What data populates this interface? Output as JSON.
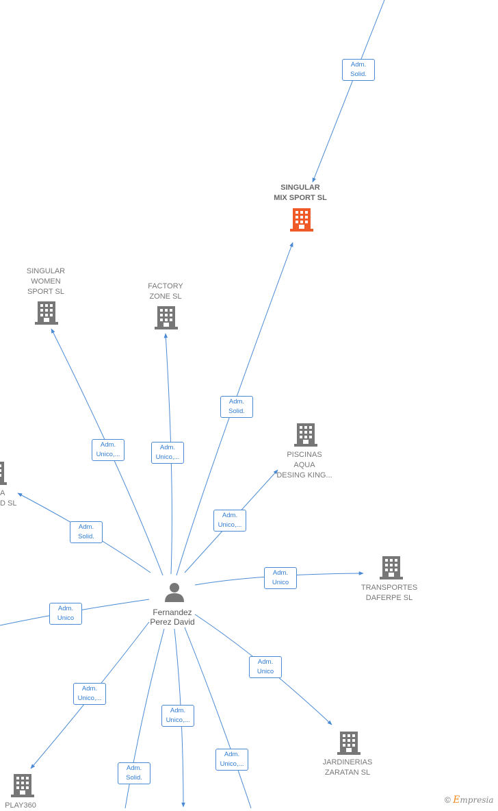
{
  "colors": {
    "edge": "#4a8ad4",
    "edge_label_text": "#2f7bd0",
    "company_icon": "#777777",
    "highlight_icon": "#f05a28",
    "person_icon": "#777777"
  },
  "person": {
    "line1": "Fernandez",
    "line2": "Perez David",
    "icon": "person-icon"
  },
  "companies": {
    "singular_mix": {
      "line1": "SINGULAR",
      "line2": "MIX SPORT  SL",
      "icon": "building-icon"
    },
    "singular_women": {
      "line1": "SINGULAR",
      "line2": "WOMEN",
      "line3": "SPORT  SL",
      "icon": "building-icon"
    },
    "factory_zone": {
      "line1": "FACTORY",
      "line2": "ZONE SL",
      "icon": "building-icon"
    },
    "piscinas": {
      "line1": "PISCINAS",
      "line2": "AQUA",
      "line3": "DESING KING...",
      "icon": "building-icon"
    },
    "transportes": {
      "line1": "TRANSPORTES",
      "line2": "DAFERPE SL",
      "icon": "building-icon"
    },
    "jardinerias": {
      "line1": "JARDINERIAS",
      "line2": "ZARATAN  SL",
      "icon": "building-icon"
    },
    "play360": {
      "line1": "PLAY360",
      "icon": "building-icon"
    },
    "left_partial": {
      "line1": "A",
      "line2": "D  SL",
      "icon": "building-icon"
    }
  },
  "edges": {
    "top_to_mix": {
      "line1": "Adm.",
      "line2": "Solid."
    },
    "mix": {
      "line1": "Adm.",
      "line2": "Solid."
    },
    "women": {
      "line1": "Adm.",
      "line2": "Unico,..."
    },
    "factory": {
      "line1": "Adm.",
      "line2": "Unico,..."
    },
    "piscinas": {
      "line1": "Adm.",
      "line2": "Unico,..."
    },
    "left_partial": {
      "line1": "Adm.",
      "line2": "Solid."
    },
    "transportes": {
      "line1": "Adm.",
      "line2": "Unico"
    },
    "left_offscreen": {
      "line1": "Adm.",
      "line2": "Unico"
    },
    "jardinerias": {
      "line1": "Adm.",
      "line2": "Unico"
    },
    "play360": {
      "line1": "Adm.",
      "line2": "Unico,..."
    },
    "bottom_1": {
      "line1": "Adm.",
      "line2": "Unico,..."
    },
    "bottom_solid": {
      "line1": "Adm.",
      "line2": "Solid."
    },
    "bottom_2": {
      "line1": "Adm.",
      "line2": "Unico,..."
    }
  },
  "brand": {
    "copyright": "©",
    "first_letter": "E",
    "rest": "mpresia"
  }
}
